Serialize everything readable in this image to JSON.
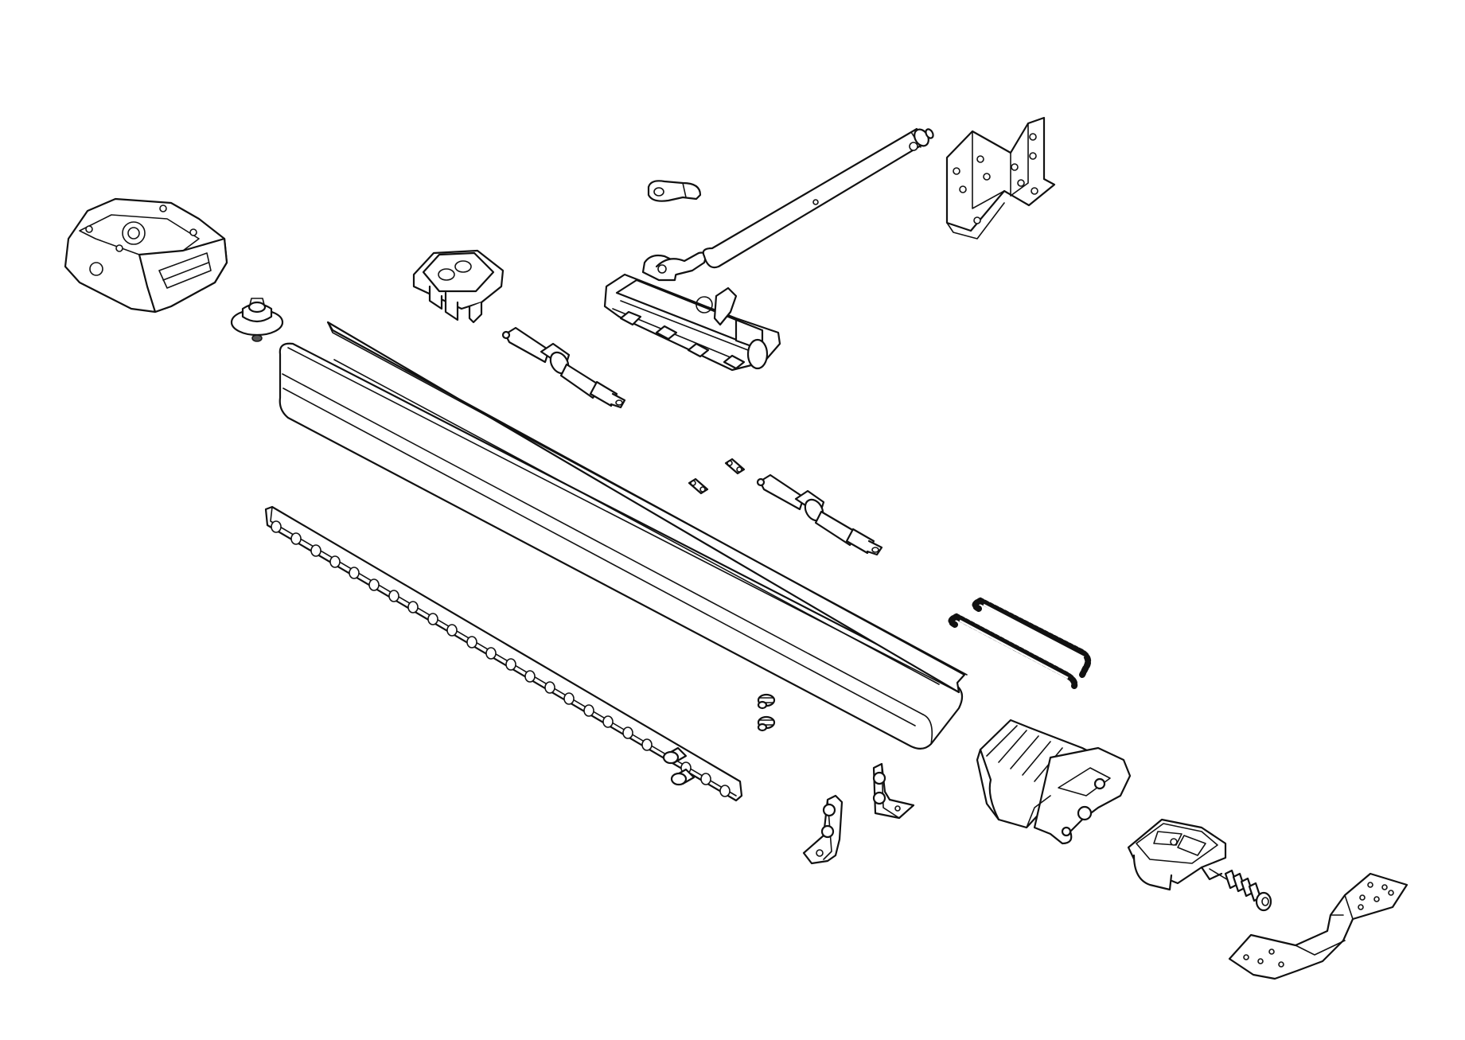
{
  "diagram": {
    "type": "exploded-view parts illustration",
    "background": "#ffffff",
    "line_color": "#111111",
    "components": [
      "motor-unit-coupler",
      "sprocket",
      "rail",
      "rail-channel-insert",
      "support-bracket",
      "clamp-block",
      "spring-tensioner",
      "trolley",
      "trolley-release-handle",
      "curved-arm",
      "door-bracket",
      "roller-chain",
      "chain-link",
      "idler-pulley-unit",
      "belt-clamp",
      "header-bracket",
      "angle-bracket",
      "screw"
    ]
  }
}
